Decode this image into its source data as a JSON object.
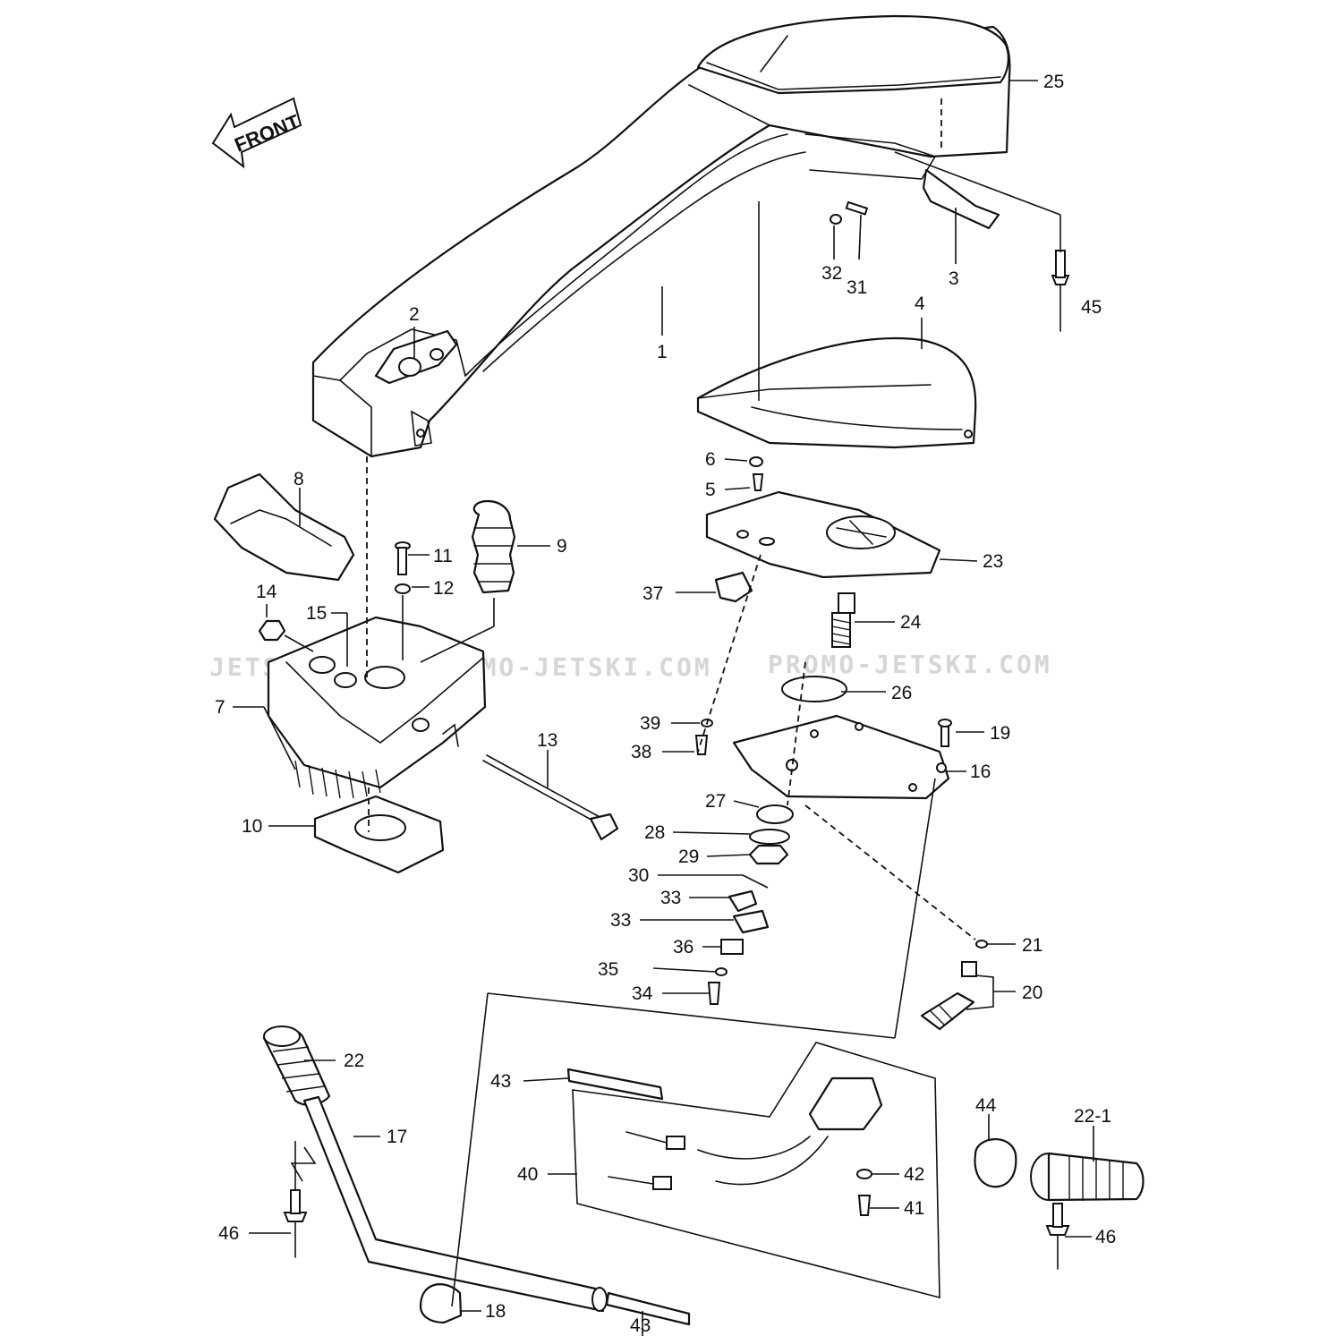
{
  "orientation_label": "FRONT",
  "watermarks": [
    "JETSKI.COM",
    "PROMO-JETSKI.COM",
    "PROMO-JETSKI.COM"
  ],
  "callouts": [
    "25",
    "45",
    "3",
    "31",
    "32",
    "4",
    "1",
    "2",
    "6",
    "5",
    "8",
    "9",
    "11",
    "12",
    "23",
    "37",
    "24",
    "14",
    "15",
    "16",
    "7",
    "26",
    "39",
    "38",
    "13",
    "19",
    "10",
    "27",
    "28",
    "29",
    "30",
    "33",
    "33",
    "36",
    "35",
    "34",
    "21",
    "20",
    "22",
    "43",
    "17",
    "44",
    "22-1",
    "42",
    "40",
    "41",
    "46",
    "46",
    "18",
    "43"
  ],
  "colors": {
    "ink": "#111111",
    "paper": "#ffffff",
    "watermark": "#d6d6d6"
  }
}
